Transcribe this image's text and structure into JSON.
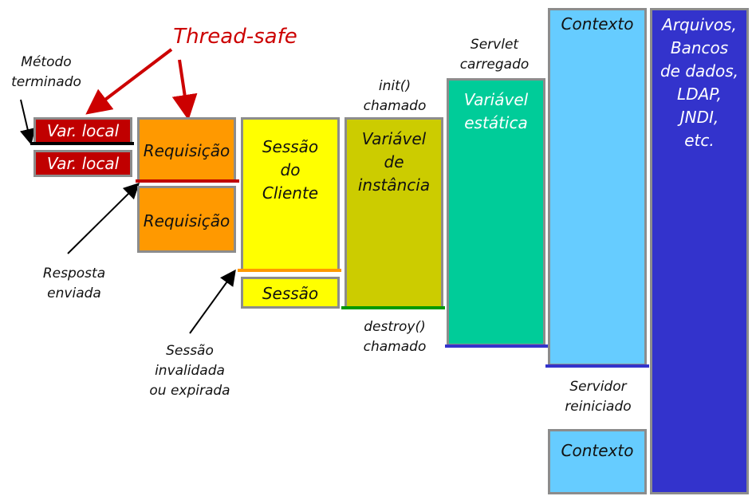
{
  "title": "Thread-safe",
  "labels": {
    "metodo": [
      "Método",
      "terminado"
    ],
    "resposta": [
      "Resposta",
      "enviada"
    ],
    "sessao_inv": [
      "Sessão",
      "invalidada",
      "ou expirada"
    ],
    "init": [
      "init()",
      "chamado"
    ],
    "destroy": [
      "destroy()",
      "chamado"
    ],
    "servlet": [
      "Servlet",
      "carregado"
    ],
    "servidor": [
      "Servidor",
      "reiniciado"
    ]
  },
  "boxes": {
    "var_local_1": "Var. local",
    "var_local_2": "Var. local",
    "requisicao_1": "Requisição",
    "requisicao_2": "Requisição",
    "sessao_cliente": [
      "Sessão",
      "do",
      "Cliente"
    ],
    "sessao": "Sessão",
    "variavel_instancia": [
      "Variável",
      "de",
      "instância"
    ],
    "variavel_estatica": [
      "Variável",
      "estática"
    ],
    "contexto_1": "Contexto",
    "contexto_2": "Contexto",
    "recursos": [
      "Arquivos,",
      "Bancos",
      "de dados,",
      "LDAP,",
      "JNDI,",
      "etc."
    ]
  },
  "colors": {
    "var_local": "#c00000",
    "requisicao": "#ff9900",
    "sessao": "#ffff00",
    "instancia": "#cccc00",
    "estatica": "#00cc99",
    "contexto": "#66ccff",
    "recursos": "#3333cc",
    "red_arrow": "#cc0000"
  }
}
